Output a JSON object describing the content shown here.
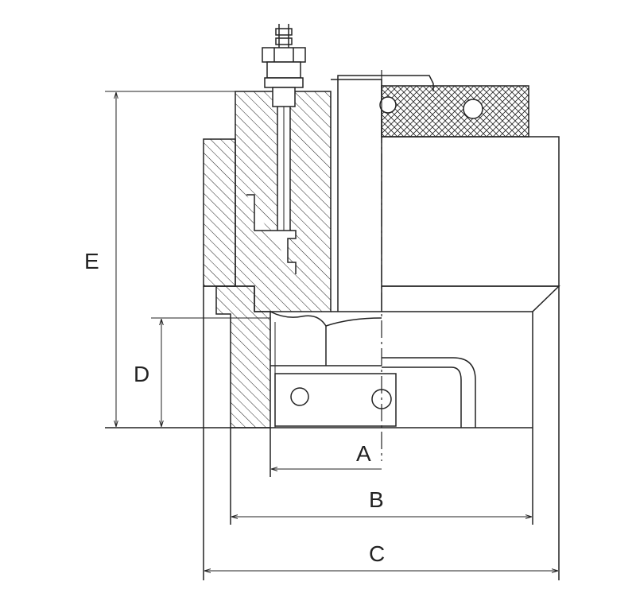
{
  "drawing": {
    "colors": {
      "line": "#222222",
      "background": "#ffffff"
    },
    "dimensions": {
      "a": "A",
      "b": "B",
      "c": "C",
      "d": "D",
      "e": "E"
    }
  }
}
